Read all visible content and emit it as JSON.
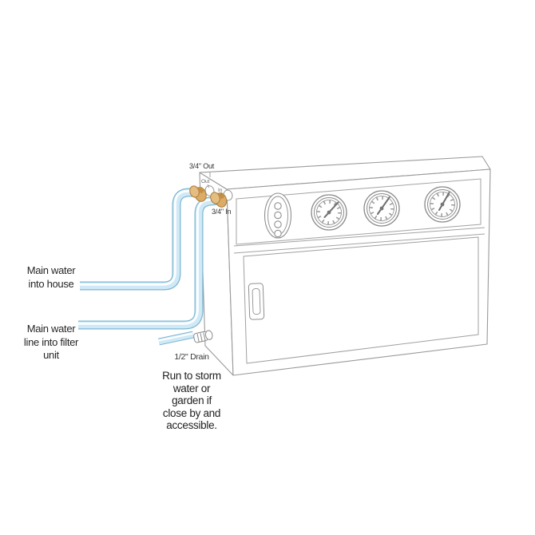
{
  "diagram": {
    "description": "Water filter unit installation diagram",
    "labels": {
      "out_size": "3/4\" Out",
      "out_port": "Out",
      "in_port": "In",
      "in_size": "3/4\" In",
      "main_into_house": "Main water\ninto house",
      "main_into_filter": "Main water\nline into filter\nunit",
      "drain_size": "1/2\" Drain",
      "drain_note": "Run to storm\nwater or\ngarden if\nclose by and\naccessible."
    },
    "colors": {
      "pipe_edge": "#7fb7d2",
      "pipe_fill": "#cfe9f6",
      "pipe_highlight": "#ffffff",
      "brass": "#dcab66",
      "brass_dark": "#a87c3a",
      "line_gray": "#9a9a9a",
      "text": "#2a2a2a",
      "background": "#ffffff"
    }
  }
}
